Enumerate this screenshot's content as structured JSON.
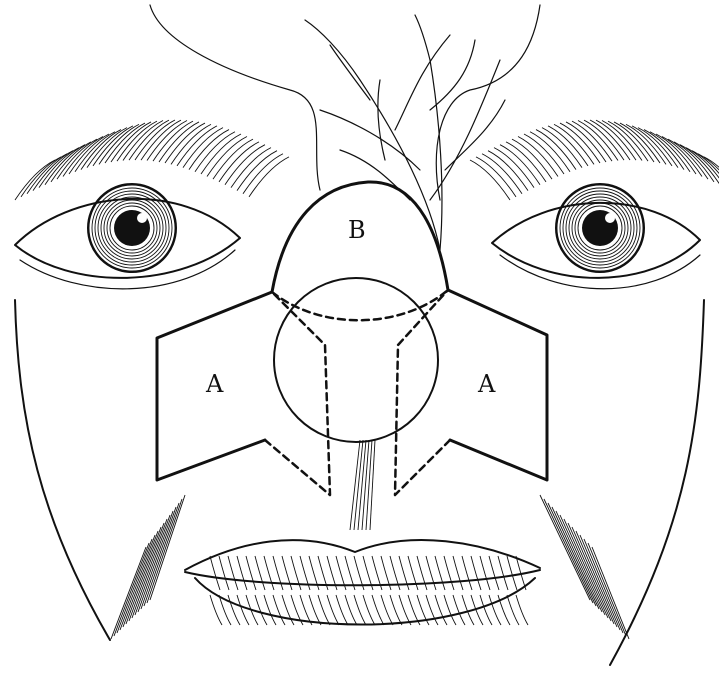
{
  "figure": {
    "labels": {
      "flap_left": "A",
      "flap_right": "A",
      "flap_top": "B"
    }
  }
}
